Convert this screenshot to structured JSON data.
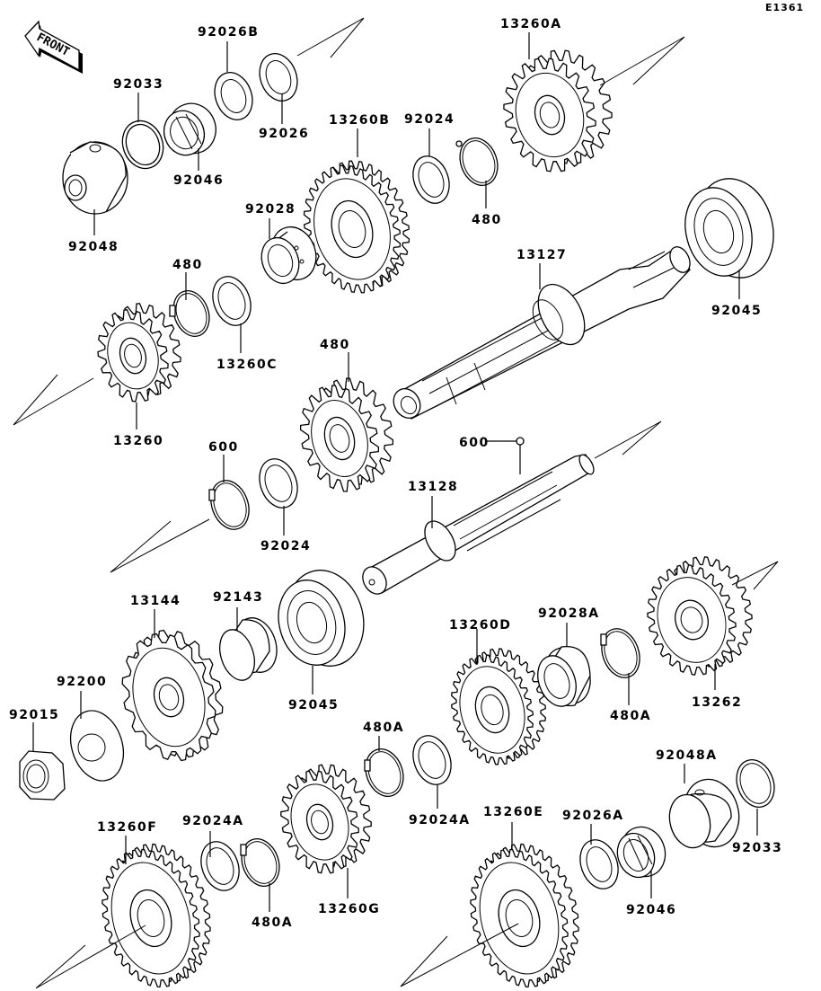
{
  "diagram": {
    "code": "E1361",
    "front_label": "FRONT",
    "parts": [
      {
        "id": "92026B",
        "label": "92026B",
        "kind": "washer"
      },
      {
        "id": "92033-top",
        "label": "92033",
        "kind": "circlip"
      },
      {
        "id": "92046-top",
        "label": "92046",
        "kind": "needle-bearing"
      },
      {
        "id": "92026",
        "label": "92026",
        "kind": "washer"
      },
      {
        "id": "92048",
        "label": "92048",
        "kind": "collar"
      },
      {
        "id": "13260A",
        "label": "13260A",
        "kind": "gear"
      },
      {
        "id": "13260B",
        "label": "13260B",
        "kind": "gear"
      },
      {
        "id": "92024-top",
        "label": "92024",
        "kind": "toothed-washer"
      },
      {
        "id": "480-top-right",
        "label": "480",
        "kind": "circlip"
      },
      {
        "id": "92028",
        "label": "92028",
        "kind": "bushing"
      },
      {
        "id": "480-mid-left",
        "label": "480",
        "kind": "circlip"
      },
      {
        "id": "13127",
        "label": "13127",
        "kind": "input-shaft"
      },
      {
        "id": "92045-right",
        "label": "92045",
        "kind": "ball-bearing"
      },
      {
        "id": "92024-mid",
        "label": "92024",
        "kind": "toothed-washer"
      },
      {
        "id": "13260",
        "label": "13260",
        "kind": "gear"
      },
      {
        "id": "13260C",
        "label": "13260C",
        "kind": "gear"
      },
      {
        "id": "480-lower",
        "label": "480",
        "kind": "circlip"
      },
      {
        "id": "600",
        "label": "600",
        "kind": "ball"
      },
      {
        "id": "13128",
        "label": "13128",
        "kind": "output-shaft"
      },
      {
        "id": "92024-lower",
        "label": "92024",
        "kind": "toothed-washer"
      },
      {
        "id": "13144",
        "label": "13144",
        "kind": "sprocket"
      },
      {
        "id": "92143",
        "label": "92143",
        "kind": "collar"
      },
      {
        "id": "92045-left",
        "label": "92045",
        "kind": "ball-bearing"
      },
      {
        "id": "92200",
        "label": "92200",
        "kind": "lock-washer"
      },
      {
        "id": "92015",
        "label": "92015",
        "kind": "nut"
      },
      {
        "id": "13260D",
        "label": "13260D",
        "kind": "gear"
      },
      {
        "id": "92028A",
        "label": "92028A",
        "kind": "bushing"
      },
      {
        "id": "480A-right",
        "label": "480A",
        "kind": "circlip"
      },
      {
        "id": "13262",
        "label": "13262",
        "kind": "gear"
      },
      {
        "id": "480A-mid",
        "label": "480A",
        "kind": "circlip"
      },
      {
        "id": "92024A-mid",
        "label": "92024A",
        "kind": "toothed-washer"
      },
      {
        "id": "92048A",
        "label": "92048A",
        "kind": "collar"
      },
      {
        "id": "92033-bottom",
        "label": "92033",
        "kind": "circlip"
      },
      {
        "id": "13260F",
        "label": "13260F",
        "kind": "gear"
      },
      {
        "id": "92024A-left",
        "label": "92024A",
        "kind": "toothed-washer"
      },
      {
        "id": "480A-left",
        "label": "480A",
        "kind": "circlip"
      },
      {
        "id": "13260G",
        "label": "13260G",
        "kind": "gear"
      },
      {
        "id": "13260E",
        "label": "13260E",
        "kind": "gear"
      },
      {
        "id": "92026A",
        "label": "92026A",
        "kind": "washer"
      },
      {
        "id": "92046-bottom",
        "label": "92046",
        "kind": "needle-bearing"
      }
    ]
  }
}
